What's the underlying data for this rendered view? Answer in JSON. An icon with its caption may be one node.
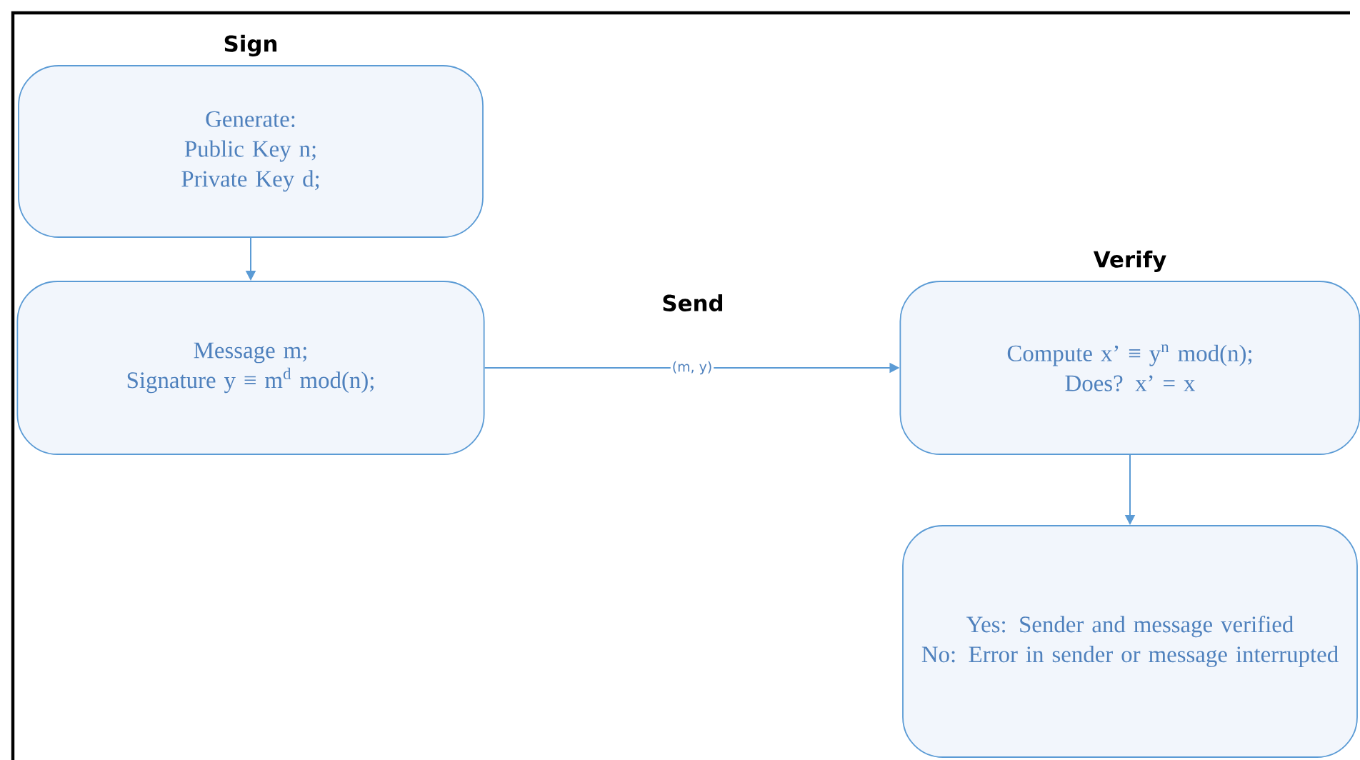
{
  "diagram": {
    "nodes": [
      {
        "text": [
          "Sign",
          "Generate:",
          "Public Key n;",
          "Private Key d;"
        ]
      },
      {
        "text": [
          "Message m;",
          "Signature y ≡  m$^{d}$ mod(n);"
        ]
      },
      {
        "text": [
          "Verify",
          "Compute x’ ≡  y$^{n}$ mod(n);",
          "Does? x’ = x"
        ]
      },
      {
        "text": [
          "Yes: Sender and message verified",
          "No: Error in sender or message interrupted"
        ]
      }
    ],
    "edges": [
      {
        "from": 0,
        "to": 1,
        "arrow": "to"
      },
      {
        "from": 1,
        "to": 2,
        "arrow": "to",
        "label": "(m, y)"
      },
      {
        "from": 2,
        "to": 3,
        "arrow": "to"
      }
    ],
    "labels": [
      "Send"
    ]
  }
}
